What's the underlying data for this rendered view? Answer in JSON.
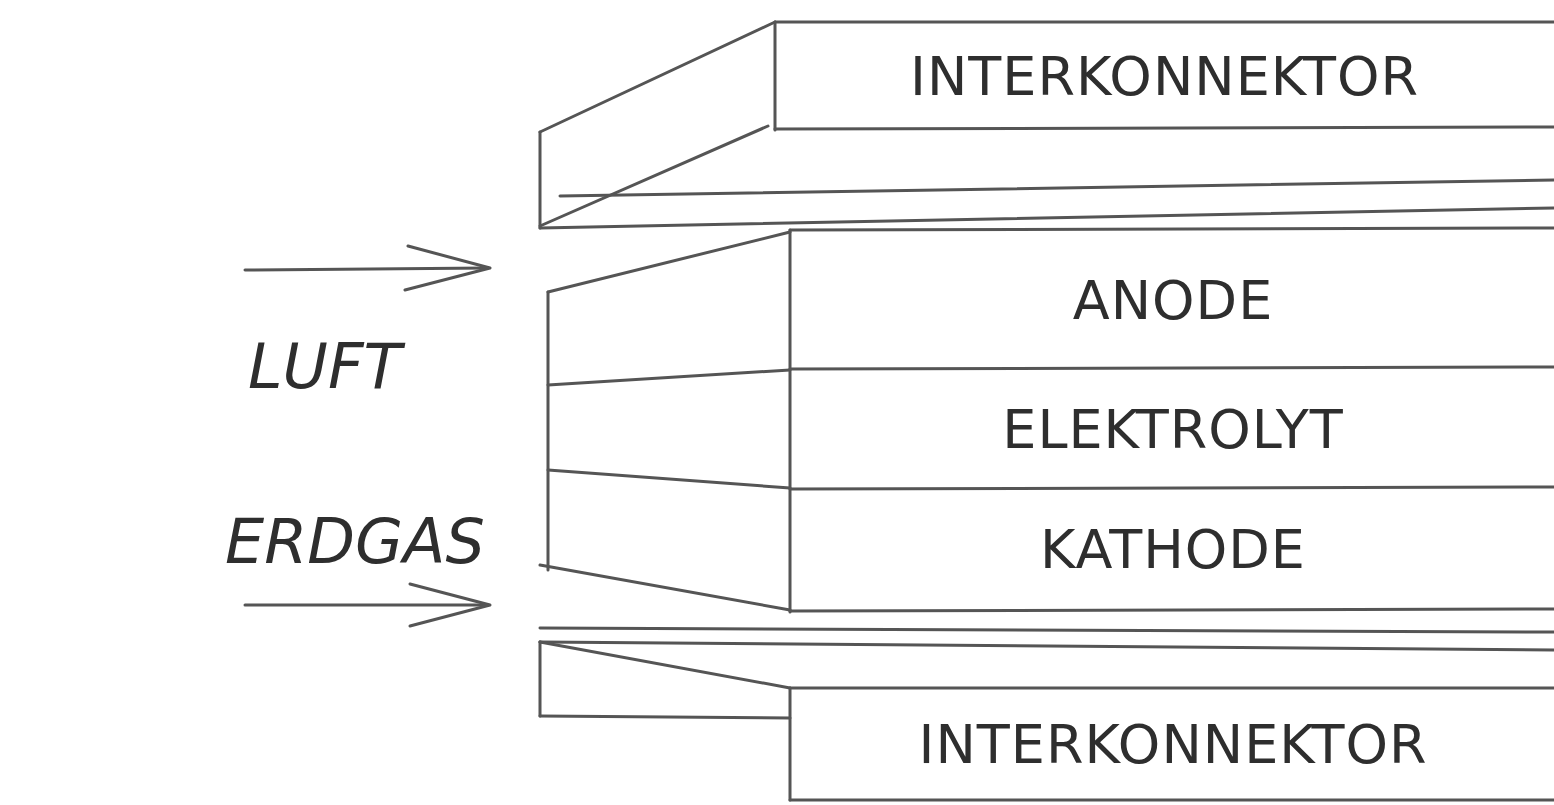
{
  "diagram": {
    "nodes": [
      {
        "text": [
          "INTERKONNEKTOR"
        ]
      },
      {
        "text": [
          "ANODE"
        ]
      },
      {
        "text": [
          "ELEKTROLYT"
        ]
      },
      {
        "text": [
          "KATHODE"
        ]
      },
      {
        "text": [
          "INTERKONNEKTOR"
        ]
      }
    ],
    "labels": [
      "LUFT",
      "ERDGAS"
    ]
  }
}
